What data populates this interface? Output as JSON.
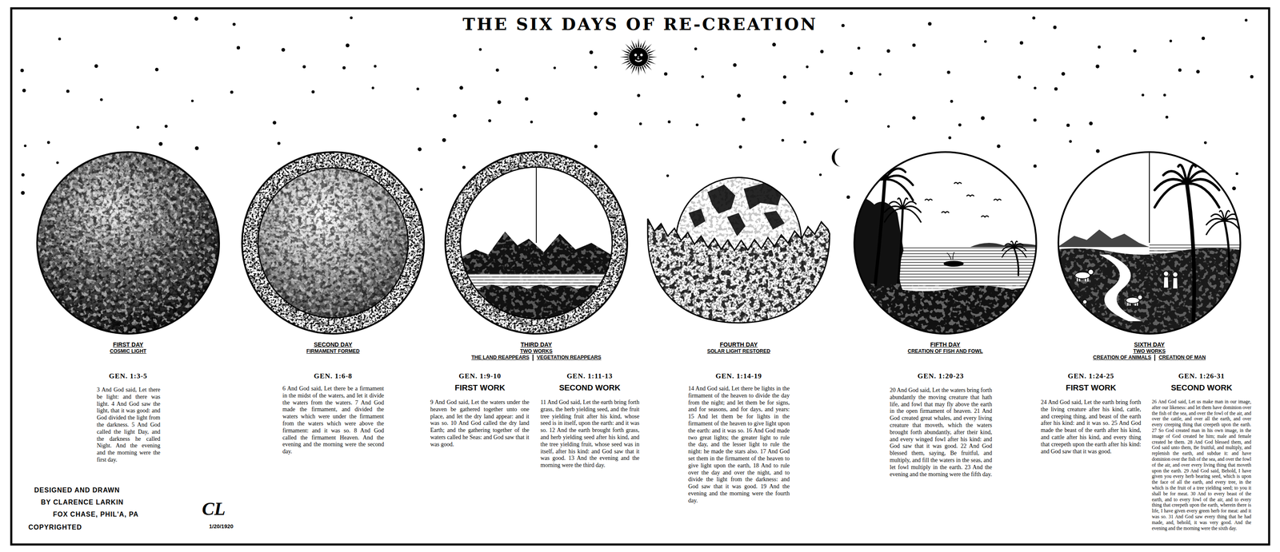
{
  "diagram": {
    "title": "THE SIX DAYS OF RE-CREATION",
    "nodes": [
      {
        "text": [
          "FIRST DAY",
          "COSMIC LIGHT"
        ]
      },
      {
        "text": [
          "SECOND DAY",
          "FIRMAMENT FORMED"
        ]
      },
      {
        "text": [
          "THIRD DAY",
          "TWO WORKS",
          "THE LAND REAPPEARS",
          "VEGETATION REAPPEARS"
        ]
      },
      {
        "text": [
          "FOURTH DAY",
          "SOLAR LIGHT RESTORED"
        ]
      },
      {
        "text": [
          "FIFTH DAY",
          "CREATION OF FISH AND FOWL"
        ]
      },
      {
        "text": [
          "SIXTH DAY",
          "TWO WORKS",
          "CREATION OF ANIMALS",
          "CREATION OF MAN"
        ]
      }
    ],
    "labels": [
      "GEN. 1:3-5",
      "3 And God said, Let there be light: and there was light. 4 And God saw the light, that it was good: and God divided the light from the darkness. 5 And God called the light Day, and the darkness he called Night. And the evening and the morning were the first day.",
      "GEN. 1:6-8",
      "6 And God said, Let there be a firmament in the midst of the waters, and let it divide the waters from the waters. 7 And God made the firmament, and divided the waters which were under the firmament from the waters which were above the firmament: and it was so. 8 And God called the firmament Heaven. And the evening and the morning were the second day.",
      "GEN. 1:9-10",
      "FIRST WORK",
      "9 And God said, Let the waters under the heaven be gathered together unto one place, and let the dry land appear: and it was so. 10 And God called the dry land Earth; and the gathering together of the waters called he Seas: and God saw that it was good.",
      "GEN. 1:11-13",
      "SECOND WORK",
      "11 And God said, Let the earth bring forth grass, the herb yielding seed, and the fruit tree yielding fruit after his kind, whose seed is in itself, upon the earth: and it was so. 12 And the earth brought forth grass, and herb yielding seed after his kind, and the tree yielding fruit, whose seed was in itself, after his kind: and God saw that it was good. 13 And the evening and the morning were the third day.",
      "GEN. 1:14-19",
      "14 And God said, Let there be lights in the firmament of the heaven to divide the day from the night; and let them be for signs, and for seasons, and for days, and years: 15 And let them be for lights in the firmament of the heaven to give light upon the earth: and it was so. 16 And God made two great lights; the greater light to rule the day, and the lesser light to rule the night: he made the stars also. 17 And God set them in the firmament of the heaven to give light upon the earth, 18 And to rule over the day and over the night, and to divide the light from the darkness: and God saw that it was good. 19 And the evening and the morning were the fourth day.",
      "GEN. 1:20-23",
      "20 And God said, Let the waters bring forth abundantly the moving creature that hath life, and fowl that may fly above the earth in the open firmament of heaven. 21 And God created great whales, and every living creature that moveth, which the waters brought forth abundantly, after their kind, and every winged fowl after his kind: and God saw that it was good. 22 And God blessed them, saying, Be fruitful, and multiply, and fill the waters in the seas, and let fowl multiply in the earth. 23 And the evening and the morning were the fifth day.",
      "GEN. 1:24-25",
      "FIRST WORK",
      "24 And God said, Let the earth bring forth the living creature after his kind, cattle, and creeping thing, and beast of the earth after his kind: and it was so. 25 And God made the beast of the earth after his kind, and cattle after his kind, and every thing that creepeth upon the earth after his kind: and God saw that it was good.",
      "GEN. 1:26-31",
      "SECOND WORK",
      "26 And God said, Let us make man in our image, after our likeness: and let them have dominion over the fish of the sea, and over the fowl of the air, and over the cattle, and over all the earth, and over every creeping thing that creepeth upon the earth. 27 So God created man in his own image, in the image of God created he him; male and female created he them. 28 And God blessed them, and God said unto them, Be fruitful, and multiply, and replenish the earth, and subdue it: and have dominion over the fish of the sea, and over the fowl of the air, and over every living thing that moveth upon the earth. 29 And God said, Behold, I have given you every herb bearing seed, which is upon the face of all the earth, and every tree, in the which is the fruit of a tree yielding seed; to you it shall be for meat. 30 And to every beast of the earth, and to every fowl of the air, and to every thing that creepeth upon the earth, wherein there is life, I have given every green herb for meat: and it was so. 31 And God saw every thing that he had made, and, behold, it was very good. And the evening and the morning were the sixth day.",
      "DESIGNED AND DRAWN",
      "BY CLARENCE LARKIN",
      "FOX CHASE, PHIL'A, PA",
      "COPYRIGHTED",
      "CL",
      "1/20/1920"
    ]
  }
}
